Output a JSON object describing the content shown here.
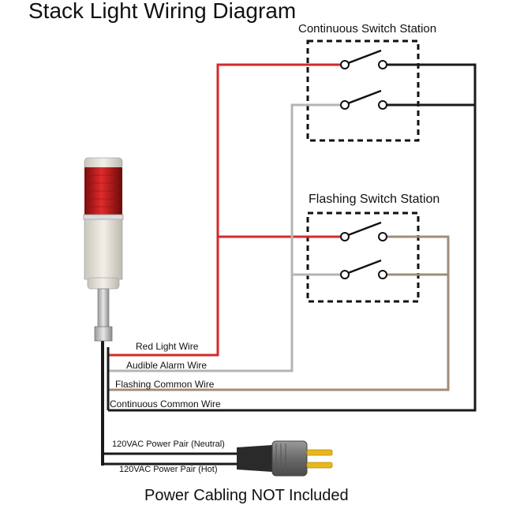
{
  "title": "Stack Light Wiring Diagram",
  "stations": {
    "continuous": "Continuous Switch Station",
    "flashing": "Flashing Switch Station"
  },
  "wires": {
    "red_light": "Red Light Wire",
    "audible_alarm": "Audible Alarm Wire",
    "flashing_common": "Flashing Common Wire",
    "continuous_common": "Continuous Common Wire",
    "power_neutral": "120VAC Power Pair (Neutral)",
    "power_hot": "120VAC Power Pair (Hot)"
  },
  "footer": "Power Cabling NOT Included",
  "colors": {
    "red_wire": "#d42a2a",
    "gray_wire": "#b4b4b4",
    "tan_wire": "#a08c78",
    "black_wire": "#1a1a1a",
    "plug_body": "#777777",
    "plug_prongs": "#e8b81a",
    "light_lens": "#c41a1a"
  }
}
